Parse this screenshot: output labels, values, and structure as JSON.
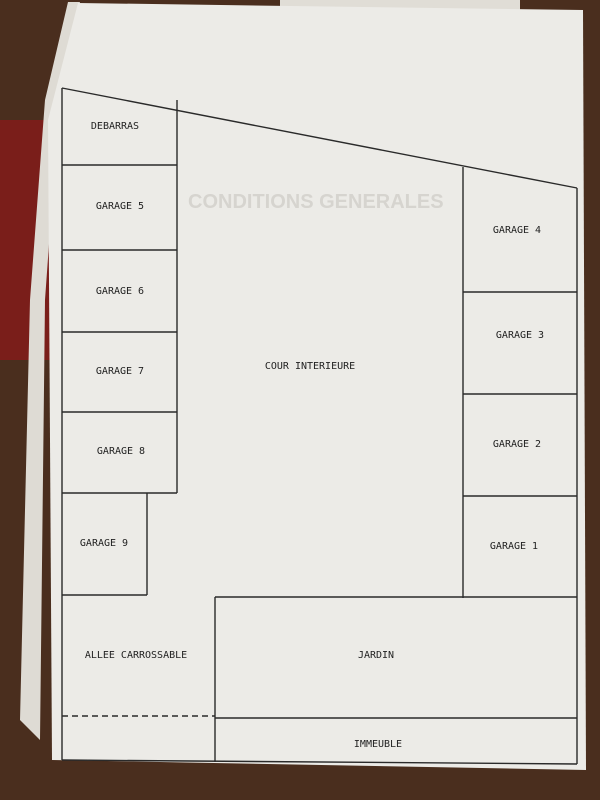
{
  "plan": {
    "background_heading": "CONDITIONS GENERALES",
    "rooms": {
      "debarras": "DEBARRAS",
      "garage5": "GARAGE 5",
      "garage6": "GARAGE 6",
      "garage7": "GARAGE 7",
      "garage8": "GARAGE 8",
      "garage9": "GARAGE 9",
      "garage4": "GARAGE 4",
      "garage3": "GARAGE 3",
      "garage2": "GARAGE 2",
      "garage1": "GARAGE 1",
      "cour": "COUR INTERIEURE",
      "allee": "ALLEE CARROSSABLE",
      "jardin": "JARDIN",
      "immeuble": "IMMEUBLE"
    }
  },
  "colors": {
    "paper": "#ecebe7",
    "table": "#3a2418",
    "carpet": "#7a1e1a"
  }
}
